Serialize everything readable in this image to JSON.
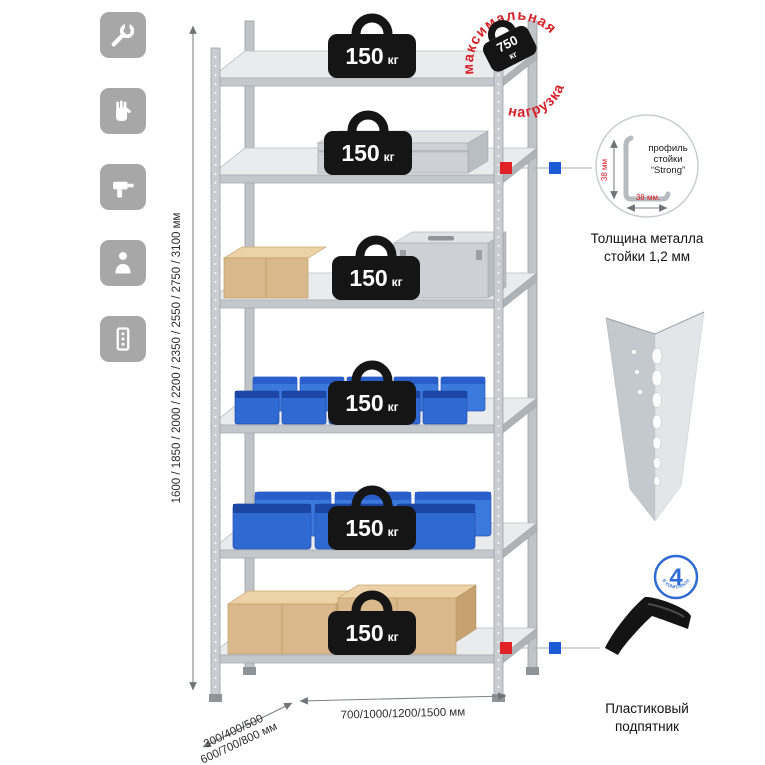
{
  "colors": {
    "accent_red": "#d8232a",
    "accent_blue": "#2e6bd6",
    "metal_gray": "#c9cdd2",
    "weight_black": "#151515"
  },
  "icons": [
    "wrench-icon",
    "gloves-icon",
    "drill-icon",
    "person-icon",
    "rack-post-icon"
  ],
  "height_dim": {
    "label": "1600 / 1850 / 2000 / 2200 / 2350 / 2550 / 2750 / 3100 мм"
  },
  "shelf_badge": {
    "value": "150",
    "unit": "кг"
  },
  "stamp": {
    "arc_top": "максимальная",
    "arc_bottom": "нагрузка",
    "weight_value": "750",
    "weight_unit": "кг"
  },
  "profile_detail": {
    "label_line1": "профиль",
    "label_line2": "стойки",
    "label_line3": "“Strong”",
    "dim_vertical": "38 мм",
    "dim_horizontal": "38 мм.",
    "caption_line1": "Толщина металла",
    "caption_line2": "стойки 1,2 мм"
  },
  "foot_detail": {
    "badge_value": "4",
    "badge_text": "в комплекте",
    "caption_line1": "Пластиковый",
    "caption_line2": "подпятник"
  },
  "bottom_dims": {
    "depth_line1": "300/400/500",
    "depth_line2": "600/700/800 мм",
    "width": "700/1000/1200/1500 мм"
  }
}
